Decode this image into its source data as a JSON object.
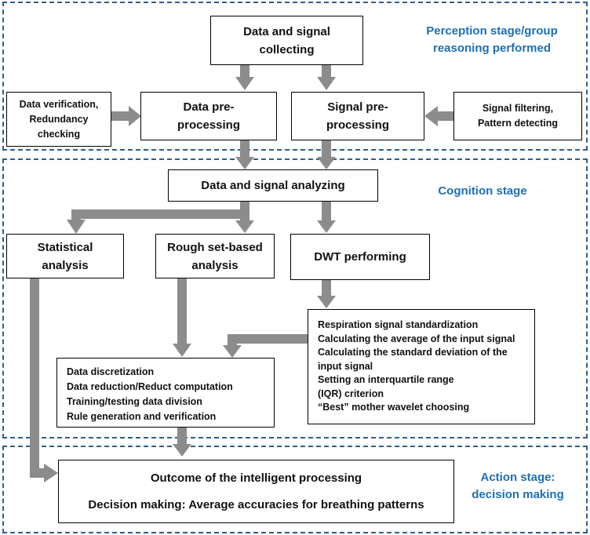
{
  "colors": {
    "stage_border": "#2f5f8f",
    "stage_label": "#1f6fb0",
    "arrow": "#8c8c8c"
  },
  "stages": {
    "perception": "Perception stage/group\nreasoning performed",
    "cognition": "Cognition stage",
    "action": "Action stage:\ndecision making"
  },
  "nodes": {
    "collecting": "Data and signal\ncollecting",
    "data_verification": "Data verification,\nRedundancy\nchecking",
    "data_preprocessing": "Data pre-\nprocessing",
    "signal_preprocessing": "Signal pre-\nprocessing",
    "signal_filtering": "Signal filtering,\nPattern detecting",
    "analyzing": "Data and signal analyzing",
    "statistical": "Statistical\nanalysis",
    "rough_set": "Rough set-based\nanalysis",
    "dwt": "DWT performing",
    "dwt_steps": [
      "Respiration signal standardization",
      "Calculating the average of the input signal",
      "Calculating the standard deviation of the",
      "input signal",
      "Setting an interquartile range",
      "(IQR) criterion",
      "“Best” mother wavelet choosing"
    ],
    "rough_steps": [
      "Data discretization",
      "Data reduction/Reduct computation",
      "Training/testing data division",
      "Rule generation and verification"
    ],
    "outcome_title": "Outcome of the intelligent processing",
    "outcome_detail": "Decision making: Average accuracies for breathing patterns"
  }
}
